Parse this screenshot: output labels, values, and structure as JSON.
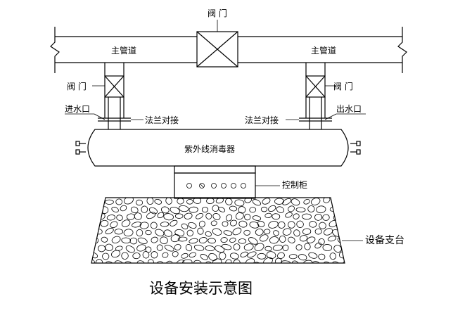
{
  "labels": {
    "valve_top": "阀 门",
    "main_pipe_left": "主管道",
    "main_pipe_right": "主管道",
    "valve_left": "阀 门",
    "valve_right": "阀 门",
    "inlet": "进水口",
    "outlet": "出水口",
    "flange_left": "法兰对接",
    "flange_right": "法兰对接",
    "sterilizer": "紫外线消毒器",
    "control_cabinet": "控制柜",
    "support_platform": "设备支台",
    "caption": "设备安装示意图"
  }
}
